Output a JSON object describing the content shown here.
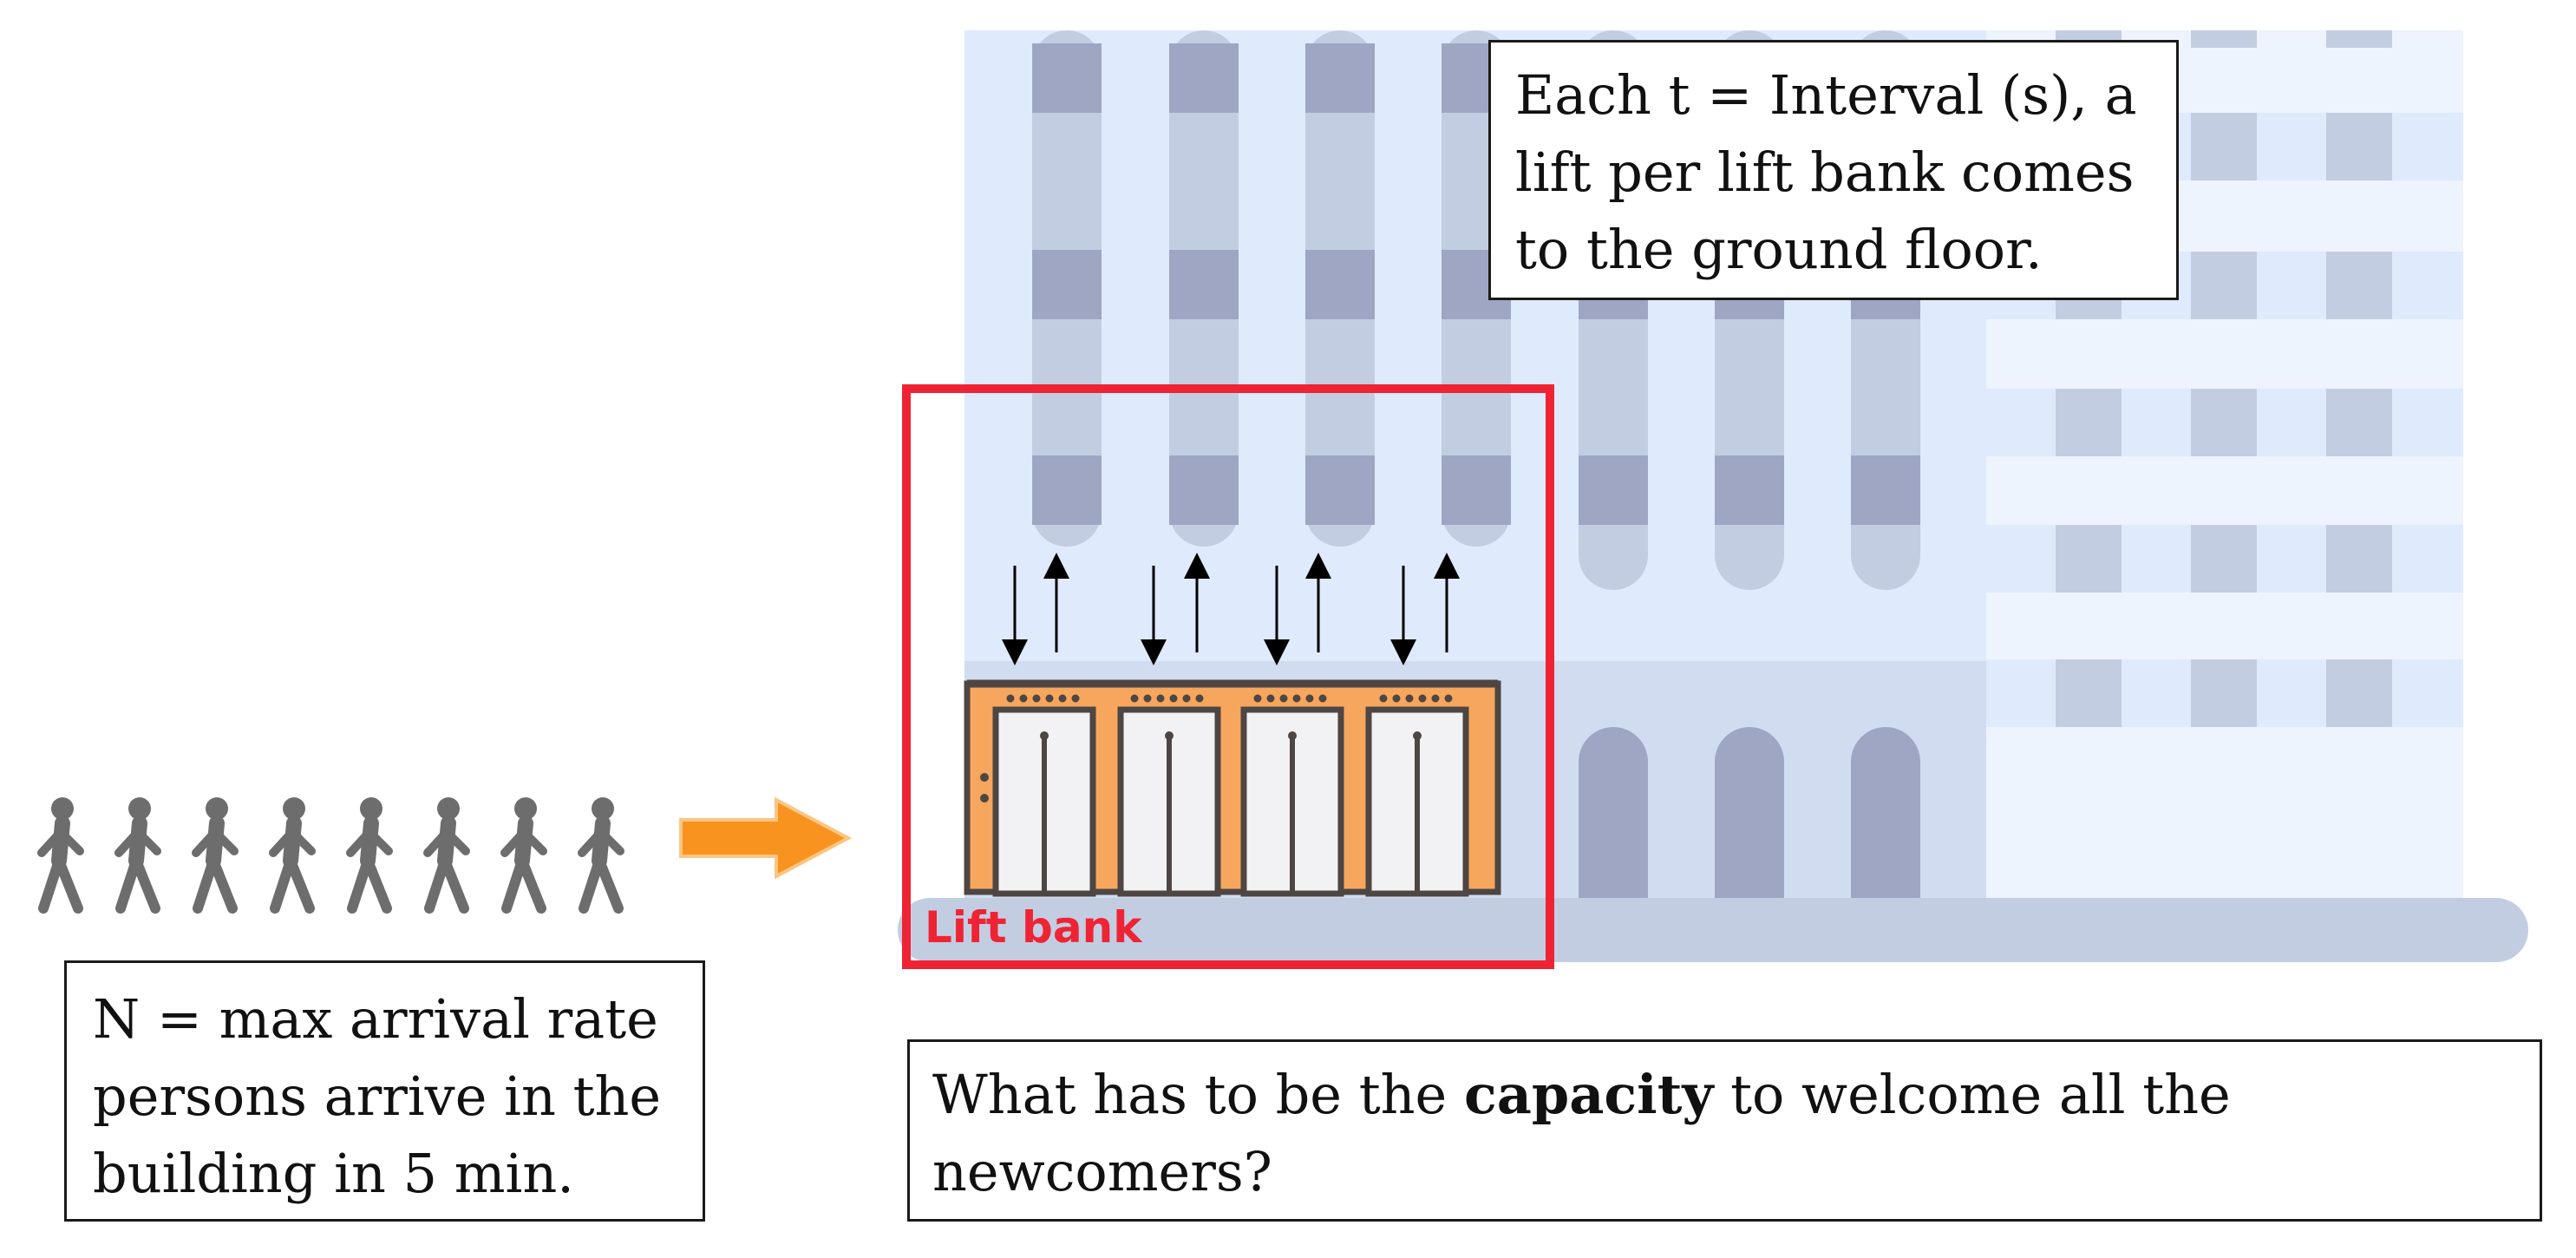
{
  "interval_note": {
    "lines": [
      "Each t = Interval (s), a",
      "lift per lift bank comes",
      "to the ground floor."
    ]
  },
  "arrival_note": {
    "lines": [
      "N = max arrival rate",
      "persons arrive in the",
      "building in 5 min."
    ]
  },
  "question_note": {
    "line1_pre": "What has to be the ",
    "line1_bold": "capacity",
    "line1_post": " to welcome all the",
    "line2": "newcomers?"
  },
  "lift_bank_label": "Lift bank",
  "icons": {
    "pedestrian": "walking-person-icon",
    "arrow": "right-arrow-icon",
    "elevator": "elevator-door-icon",
    "traffic": "up-down-arrow-icon"
  },
  "colors": {
    "building_light": "#dfeafc",
    "building_mid": "#c3cde2",
    "window_dark": "#9ea6c4",
    "highlight_frame": "#ee2434",
    "elevator_orange": "#f6a65d",
    "elevator_outline": "#4d4643",
    "person_gray": "#6d6d6d",
    "arrow_orange": "#f7931e"
  }
}
